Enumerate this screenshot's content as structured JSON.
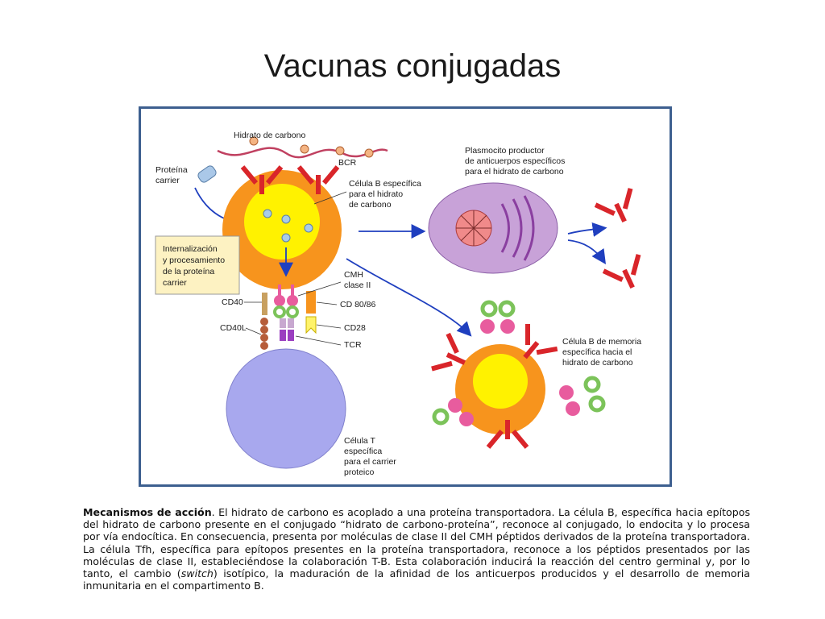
{
  "slide": {
    "title": "Vacunas conjugadas"
  },
  "figure": {
    "labels": {
      "carbohydrate": "Hidrato de carbono",
      "bcr": "BCR",
      "carrier_1": "Proteína",
      "carrier_2": "carrier",
      "bcell_1": "Célula B específica",
      "bcell_2": "para el hidrato",
      "bcell_3": "de carbono",
      "plasma_1": "Plasmocito productor",
      "plasma_2": "de anticuerpos específicos",
      "plasma_3": "para el hidrato de carbono",
      "intern_1": "Internalización",
      "intern_2": "y procesamiento",
      "intern_3": "de la proteína",
      "intern_4": "carrier",
      "cmh_1": "CMH",
      "cmh_2": "clase II",
      "cd40": "CD40",
      "cd80": "CD 80/86",
      "cd40l": "CD40L",
      "cd28": "CD28",
      "tcr": "TCR",
      "tcell_1": "Célula T",
      "tcell_2": "específica",
      "tcell_3": "para el carrier",
      "tcell_4": "proteico",
      "memory_1": "Célula B de memoria",
      "memory_2": "específica hacia el",
      "memory_3": "hidrato de carbono"
    },
    "colors": {
      "frame": "#3d5f8f",
      "bcell_outer": "#f7941d",
      "bcell_inner": "#fff200",
      "tcell": "#a8a8ee",
      "plasma": "#c8a2d8",
      "antibody": "#d9252a",
      "arrow": "#1f3fbf",
      "mhc": "#e85c9e"
    }
  },
  "caption": {
    "lead": "Mecanismos de acción",
    "text": ". El hidrato de carbono es acoplado a una proteína transportadora. La célula B, específica hacia epítopos del hidrato de carbono presente en el conjugado “hidrato de carbono-proteína”, reconoce al conjugado, lo endocita y lo procesa por vía endocítica. En consecuencia, presenta por moléculas de clase II del CMH péptidos derivados de la proteína transportadora. La célula Tfh, específica para epítopos presentes en la proteína transportadora, reconoce a los péptidos presentados por las moléculas de clase II, estableciéndose la colaboración T-B. Esta colaboración inducirá la reacción del centro germinal y, por lo tanto, el cambio (",
    "italic": "switch",
    "text_end": ") isotípico, la maduración de la afinidad de los anticuerpos producidos y el desarrollo de memoria inmunitaria en el compartimento B."
  }
}
